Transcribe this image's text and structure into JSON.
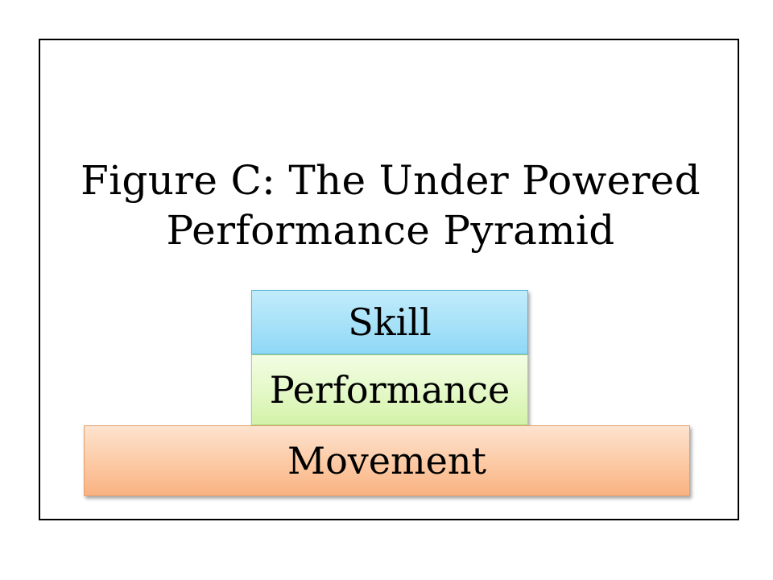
{
  "title": {
    "line1": "Figure C: The Under Powered",
    "line2": "Performance Pyramid"
  },
  "pyramid": {
    "levels": [
      {
        "label": "Skill",
        "color": "#a6e1f8"
      },
      {
        "label": "Performance",
        "color": "#e3f8c6"
      },
      {
        "label": "Movement",
        "color": "#fcc9a3"
      }
    ]
  }
}
